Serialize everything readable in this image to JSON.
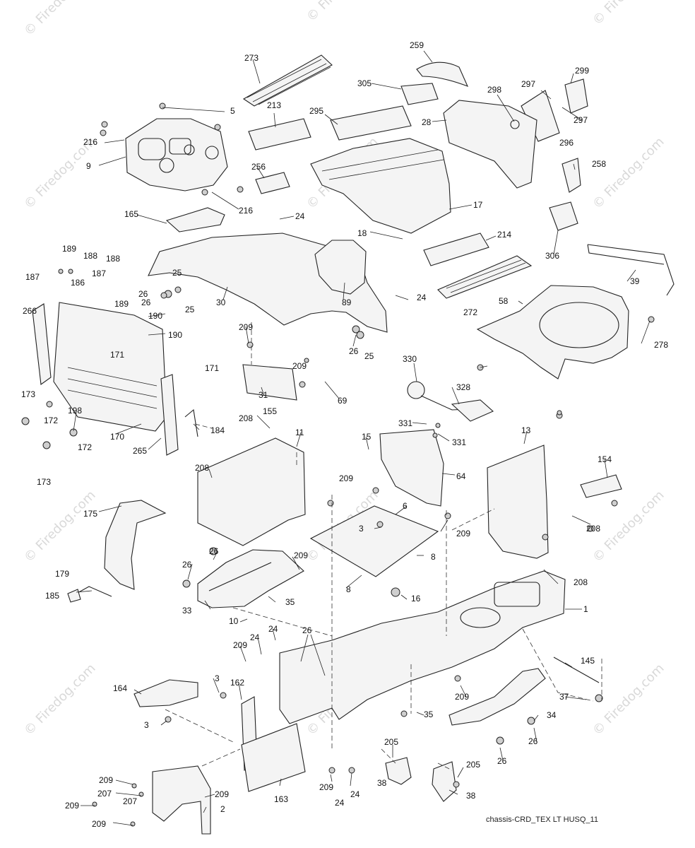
{
  "caption": "chassis-CRD_TEX LT HUSQ_11",
  "watermark": "© Firedog.com",
  "labels": [
    "273",
    "259",
    "305",
    "299",
    "297",
    "298",
    "5",
    "213",
    "295",
    "28",
    "297",
    "216",
    "9",
    "256",
    "296",
    "258",
    "216",
    "17",
    "165",
    "24",
    "18",
    "214",
    "306",
    "189",
    "188",
    "188",
    "187",
    "187",
    "186",
    "189",
    "25",
    "26",
    "26",
    "25",
    "30",
    "89",
    "39",
    "266",
    "190",
    "190",
    "171",
    "171",
    "24",
    "272",
    "58",
    "209",
    "26",
    "25",
    "278",
    "209",
    "330",
    "328",
    "31",
    "69",
    "173",
    "172",
    "198",
    "184",
    "170",
    "155",
    "208",
    "11",
    "265",
    "15",
    "331",
    "331",
    "13",
    "172",
    "173",
    "64",
    "154",
    "208",
    "209",
    "6",
    "175",
    "3",
    "209",
    "208",
    "26",
    "209",
    "8",
    "208",
    "26",
    "16",
    "179",
    "8",
    "185",
    "33",
    "35",
    "10",
    "1",
    "24",
    "26",
    "209",
    "24",
    "3",
    "162",
    "145",
    "164",
    "37",
    "35",
    "209",
    "34",
    "3",
    "26",
    "26",
    "205",
    "205",
    "209",
    "38",
    "207",
    "209",
    "207",
    "2",
    "209",
    "24",
    "24",
    "163",
    "38",
    "209"
  ]
}
